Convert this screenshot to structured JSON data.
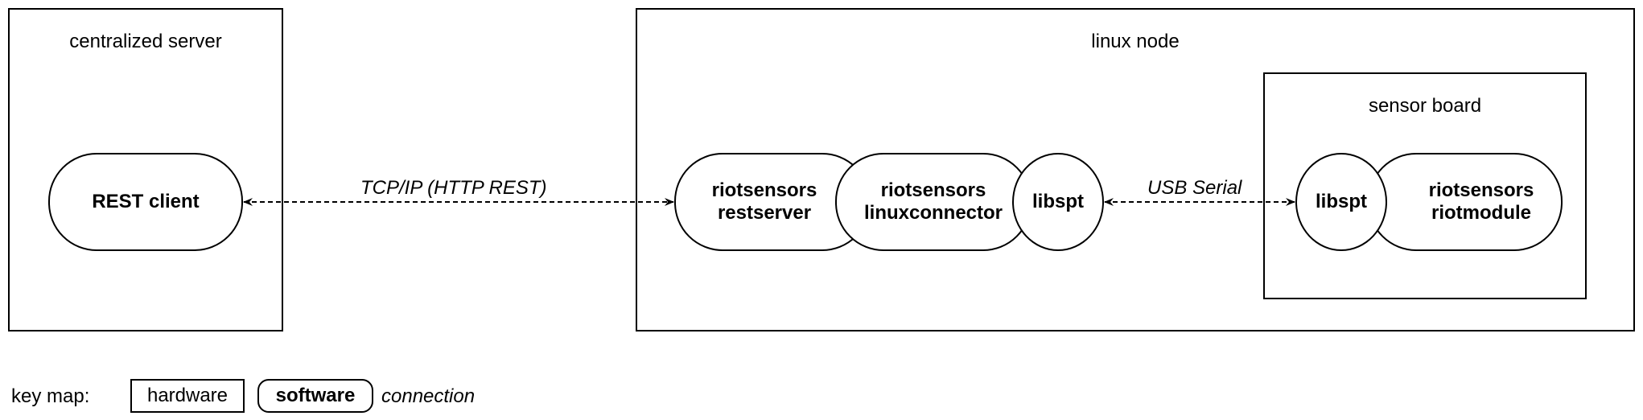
{
  "servers": {
    "central": {
      "title": "centralized server",
      "rest_client": "REST client"
    },
    "linux": {
      "title": "linux node",
      "restserver": "riotsensors\nrestserver",
      "linuxconnector": "riotsensors\nlinuxconnector",
      "libspt": "libspt"
    },
    "sensor": {
      "title": "sensor board",
      "libspt": "libspt",
      "riotmodule": "riotsensors\nriotmodule"
    }
  },
  "connections": {
    "tcp_label": "TCP/IP (HTTP REST)",
    "usb_label": "USB Serial"
  },
  "key_map": {
    "label": "key map:",
    "hardware": "hardware",
    "software": "software",
    "connection": "connection"
  }
}
